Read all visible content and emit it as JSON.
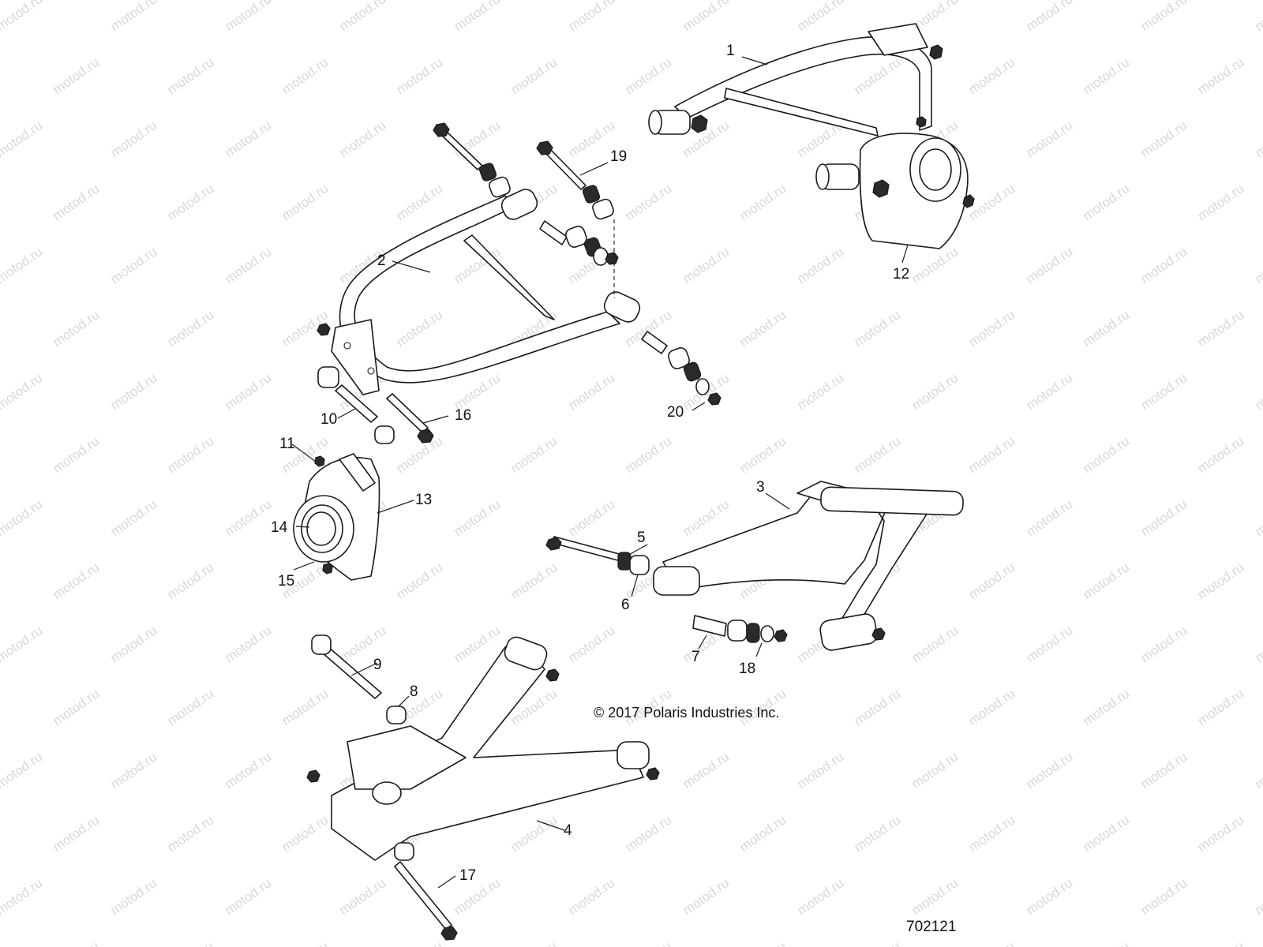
{
  "watermark": "motod.ru",
  "copyright": "© 2017 Polaris Industries Inc.",
  "figure_number": "702121",
  "callouts": [
    "1",
    "2",
    "3",
    "4",
    "5",
    "6",
    "7",
    "8",
    "9",
    "10",
    "11",
    "12",
    "13",
    "14",
    "15",
    "16",
    "17",
    "18",
    "19",
    "20"
  ]
}
